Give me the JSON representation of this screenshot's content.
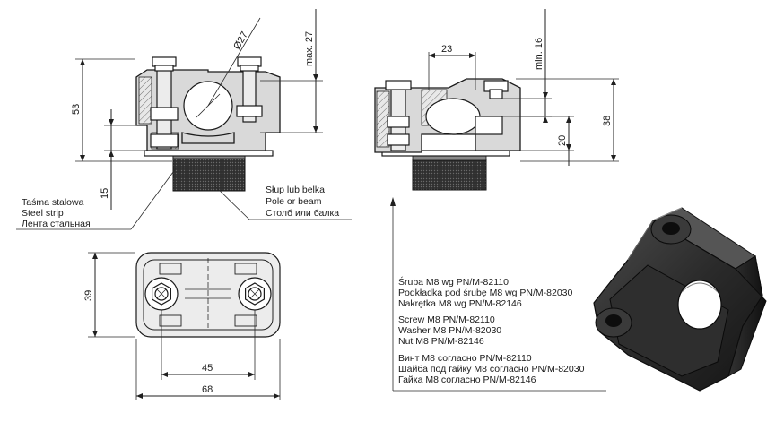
{
  "dimensions": {
    "front_height_53": "53",
    "front_strip_15": "15",
    "front_diameter": "Ø27",
    "front_max_27": "max. 27",
    "side_width_23": "23",
    "side_min_16": "min. 16",
    "side_height_38": "38",
    "side_height_20": "20",
    "top_height_39": "39",
    "top_width_45": "45",
    "top_width_68": "68"
  },
  "callouts": {
    "steel_strip": [
      "Taśma stalowa",
      "Steel strip",
      "Лента стальная"
    ],
    "pole_or_beam": [
      "Słup lub belka",
      "Pole or beam",
      "Столб или балка"
    ]
  },
  "hardware_notes": {
    "polish": [
      "Śruba M8 wg PN/M-82110",
      "Podkładka pod śrubę M8 wg PN/M-82030",
      "Nakrętka M8 wg PN/M-82146"
    ],
    "english": [
      "Screw M8  PN/M-82110",
      "Washer M8 PN/M-82030",
      "Nut M8 PN/M-82146"
    ],
    "russian": [
      "Винт M8 согласно PN/M-82110",
      "Шайба под гайку M8 согласно PN/M-82030",
      "Гайка M8 согласно PN/M-82146"
    ]
  },
  "colors": {
    "line": "#1f1f1f",
    "part_fill": "#d9d9d9",
    "render_body": "#2b2b2b"
  }
}
